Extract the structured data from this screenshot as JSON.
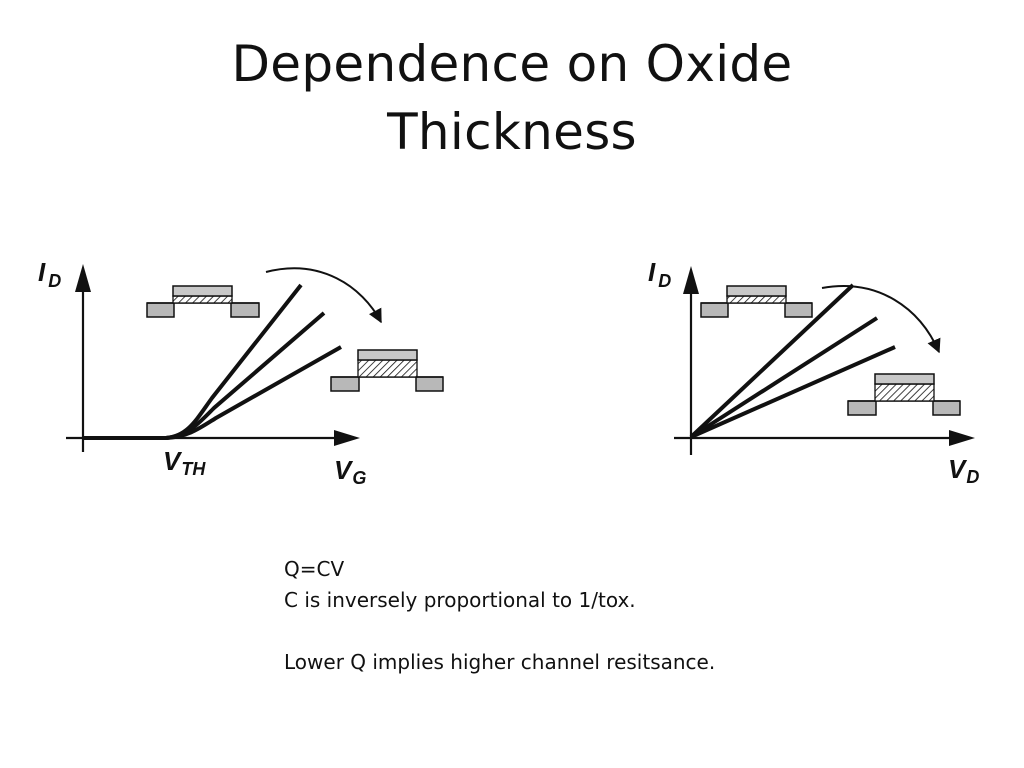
{
  "slide": {
    "title_line1": "Dependence on Oxide",
    "title_line2": "Thickness"
  },
  "left_plot": {
    "y_axis_letter": "I",
    "y_axis_sub": "D",
    "x_axis_letter": "V",
    "x_axis_sub": "G",
    "threshold_letter": "V",
    "threshold_sub": "TH",
    "curve_count": 3
  },
  "right_plot": {
    "y_axis_letter": "I",
    "y_axis_sub": "D",
    "x_axis_letter": "V",
    "x_axis_sub": "D",
    "line_count": 3
  },
  "notes": {
    "line1": "Q=CV",
    "line2": "C is inversely proportional to 1/tox.",
    "line3": "",
    "line4": "Lower Q implies higher channel resitsance."
  },
  "colors": {
    "ink": "#111111",
    "device_fill": "#b8b8b8",
    "gate_fill": "#c8c8c8"
  }
}
